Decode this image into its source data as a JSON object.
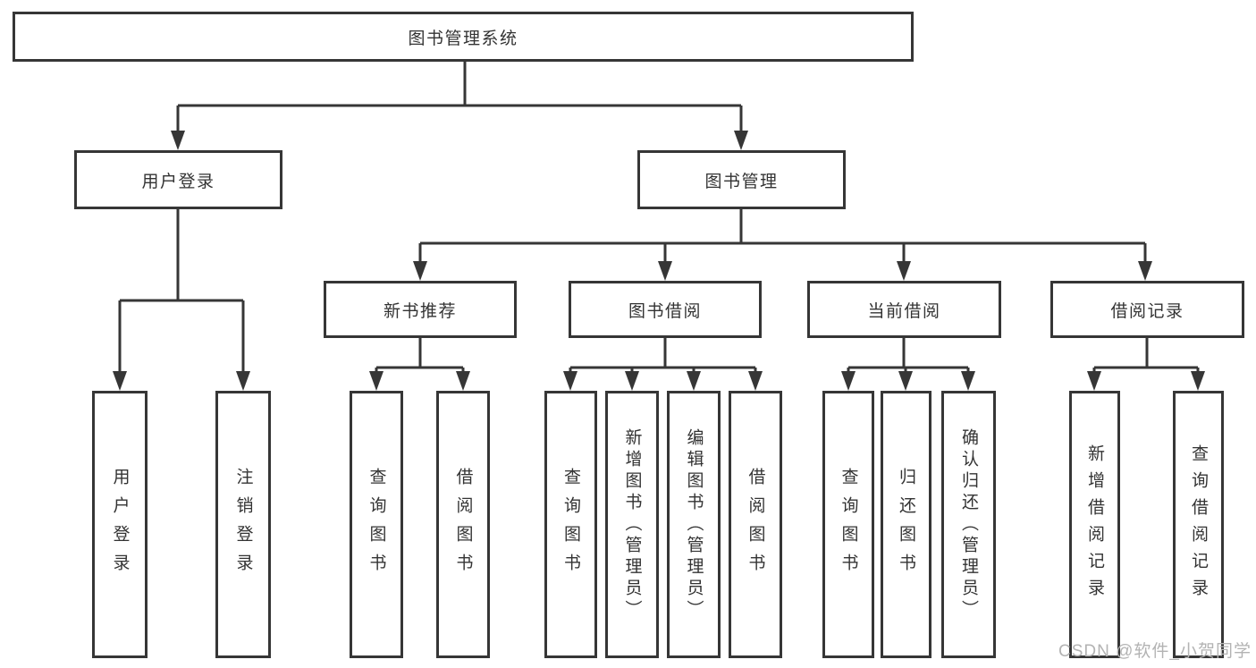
{
  "diagram": {
    "type": "hierarchy-tree",
    "watermark": "CSDN @软件_小贺同学",
    "colors": {
      "line": "#363636",
      "box_border": "#363636",
      "box_background": "#ffffff",
      "text": "#333333",
      "watermark": "#b3b3b3",
      "background": "#ffffff"
    },
    "tree": {
      "label": "图书管理系统",
      "children": [
        {
          "label": "用户登录",
          "children": [
            {
              "label": "用户登录"
            },
            {
              "label": "注销登录"
            }
          ]
        },
        {
          "label": "图书管理",
          "children": [
            {
              "label": "新书推荐",
              "children": [
                {
                  "label": "查询图书"
                },
                {
                  "label": "借阅图书"
                }
              ]
            },
            {
              "label": "图书借阅",
              "children": [
                {
                  "label": "查询图书"
                },
                {
                  "label": "新增图书（管理员）"
                },
                {
                  "label": "编辑图书（管理员）"
                },
                {
                  "label": "借阅图书"
                }
              ]
            },
            {
              "label": "当前借阅",
              "children": [
                {
                  "label": "查询图书"
                },
                {
                  "label": "归还图书"
                },
                {
                  "label": "确认归还（管理员）"
                }
              ]
            },
            {
              "label": "借阅记录",
              "children": [
                {
                  "label": "新增借阅记录"
                },
                {
                  "label": "查询借阅记录"
                }
              ]
            }
          ]
        }
      ]
    }
  }
}
